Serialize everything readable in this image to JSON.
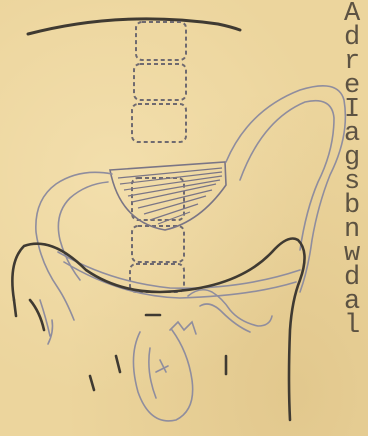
{
  "document": {
    "margin_letters": [
      "A",
      "d",
      "r",
      "e",
      "I",
      "a",
      "g",
      "s",
      "b",
      "n",
      "w",
      "d",
      "a",
      "l"
    ],
    "colors": {
      "paper": "#ecd59d",
      "pencil": "#8f8d9e",
      "ink": "#3f3a32",
      "typewriter": "#4a4237"
    }
  }
}
